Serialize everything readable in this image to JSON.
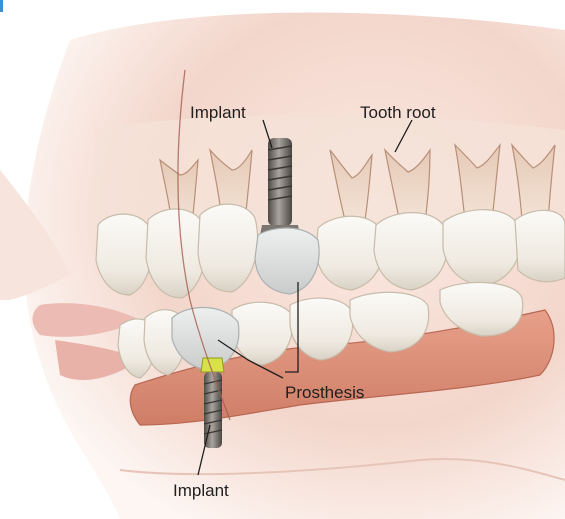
{
  "labels": {
    "implant_upper": "Implant",
    "tooth_root": "Tooth root",
    "prosthesis": "Prosthesis",
    "implant_lower": "Implant"
  },
  "colors": {
    "skin": "#f3d7cc",
    "bone": "#f1eeea",
    "gum": "#e39a84",
    "gum_dark": "#c9745e",
    "tooth": "#f6f4ef",
    "implant_metal": "#6e6a66",
    "accent_edge": "#3a8fd6"
  }
}
